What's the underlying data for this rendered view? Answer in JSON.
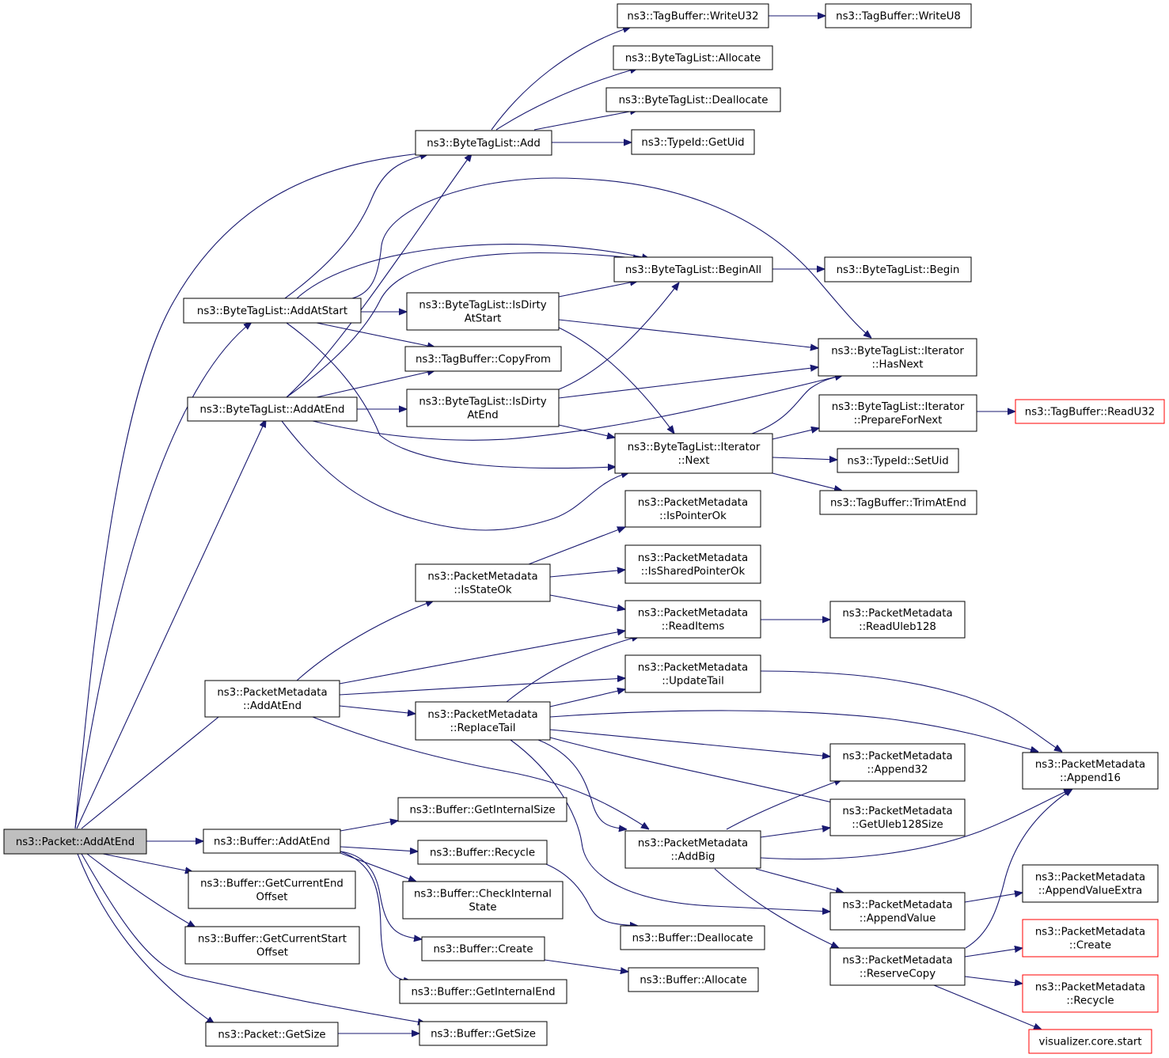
{
  "colors": {
    "edge": "#191970",
    "node_border": "#000000",
    "node_fill": "#ffffff",
    "root_fill": "#bfbfbf",
    "truncated_border": "#ff0000"
  },
  "nodes": [
    {
      "id": "root",
      "lines": [
        "ns3::Packet::AddAtEnd"
      ],
      "root": true
    },
    {
      "id": "bt_add",
      "lines": [
        "ns3::ByteTagList::Add"
      ]
    },
    {
      "id": "tb_writeu32",
      "lines": [
        "ns3::TagBuffer::WriteU32"
      ]
    },
    {
      "id": "tb_writeu8",
      "lines": [
        "ns3::TagBuffer::WriteU8"
      ]
    },
    {
      "id": "bt_allocate",
      "lines": [
        "ns3::ByteTagList::Allocate"
      ]
    },
    {
      "id": "bt_deallocate",
      "lines": [
        "ns3::ByteTagList::Deallocate"
      ]
    },
    {
      "id": "typeid_getuid",
      "lines": [
        "ns3::TypeId::GetUid"
      ]
    },
    {
      "id": "bt_beginall",
      "lines": [
        "ns3::ByteTagList::BeginAll"
      ]
    },
    {
      "id": "bt_begin",
      "lines": [
        "ns3::ByteTagList::Begin"
      ]
    },
    {
      "id": "bt_addatstart",
      "lines": [
        "ns3::ByteTagList::AddAtStart"
      ]
    },
    {
      "id": "bt_isdirtyatstart",
      "lines": [
        "ns3::ByteTagList::IsDirty",
        "AtStart"
      ]
    },
    {
      "id": "it_hasnext",
      "lines": [
        "ns3::ByteTagList::Iterator",
        "::HasNext"
      ]
    },
    {
      "id": "tb_copyfrom",
      "lines": [
        "ns3::TagBuffer::CopyFrom"
      ]
    },
    {
      "id": "bt_addatend",
      "lines": [
        "ns3::ByteTagList::AddAtEnd"
      ]
    },
    {
      "id": "bt_isdirtyatend",
      "lines": [
        "ns3::ByteTagList::IsDirty",
        "AtEnd"
      ]
    },
    {
      "id": "it_preparefornext",
      "lines": [
        "ns3::ByteTagList::Iterator",
        "::PrepareForNext"
      ]
    },
    {
      "id": "tb_readu32",
      "lines": [
        "ns3::TagBuffer::ReadU32"
      ],
      "truncated": true
    },
    {
      "id": "it_next",
      "lines": [
        "ns3::ByteTagList::Iterator",
        "::Next"
      ]
    },
    {
      "id": "typeid_setuid",
      "lines": [
        "ns3::TypeId::SetUid"
      ]
    },
    {
      "id": "tb_trimatend",
      "lines": [
        "ns3::TagBuffer::TrimAtEnd"
      ]
    },
    {
      "id": "pm_ispointerok",
      "lines": [
        "ns3::PacketMetadata",
        "::IsPointerOk"
      ]
    },
    {
      "id": "pm_isstateok",
      "lines": [
        "ns3::PacketMetadata",
        "::IsStateOk"
      ]
    },
    {
      "id": "pm_issharedpointerok",
      "lines": [
        "ns3::PacketMetadata",
        "::IsSharedPointerOk"
      ]
    },
    {
      "id": "pm_readitems",
      "lines": [
        "ns3::PacketMetadata",
        "::ReadItems"
      ]
    },
    {
      "id": "pm_readuleb128",
      "lines": [
        "ns3::PacketMetadata",
        "::ReadUleb128"
      ]
    },
    {
      "id": "pm_addatend",
      "lines": [
        "ns3::PacketMetadata",
        "::AddAtEnd"
      ]
    },
    {
      "id": "pm_updatetail",
      "lines": [
        "ns3::PacketMetadata",
        "::UpdateTail"
      ]
    },
    {
      "id": "pm_replacetail",
      "lines": [
        "ns3::PacketMetadata",
        "::ReplaceTail"
      ]
    },
    {
      "id": "pm_append32",
      "lines": [
        "ns3::PacketMetadata",
        "::Append32"
      ]
    },
    {
      "id": "pm_append16",
      "lines": [
        "ns3::PacketMetadata",
        "::Append16"
      ]
    },
    {
      "id": "pm_getuleb128size",
      "lines": [
        "ns3::PacketMetadata",
        "::GetUleb128Size"
      ]
    },
    {
      "id": "pm_addbig",
      "lines": [
        "ns3::PacketMetadata",
        "::AddBig"
      ]
    },
    {
      "id": "buf_getinternalsize",
      "lines": [
        "ns3::Buffer::GetInternalSize"
      ]
    },
    {
      "id": "buf_addatend",
      "lines": [
        "ns3::Buffer::AddAtEnd"
      ]
    },
    {
      "id": "buf_recycle",
      "lines": [
        "ns3::Buffer::Recycle"
      ]
    },
    {
      "id": "buf_getcurrentendoffset",
      "lines": [
        "ns3::Buffer::GetCurrentEnd",
        "Offset"
      ]
    },
    {
      "id": "buf_checkinternalstate",
      "lines": [
        "ns3::Buffer::CheckInternal",
        "State"
      ]
    },
    {
      "id": "pm_appendvalueextra",
      "lines": [
        "ns3::PacketMetadata",
        "::AppendValueExtra"
      ]
    },
    {
      "id": "pm_appendvalue",
      "lines": [
        "ns3::PacketMetadata",
        "::AppendValue"
      ]
    },
    {
      "id": "buf_getcurrentstartoffset",
      "lines": [
        "ns3::Buffer::GetCurrentStart",
        "Offset"
      ]
    },
    {
      "id": "buf_deallocate",
      "lines": [
        "ns3::Buffer::Deallocate"
      ]
    },
    {
      "id": "pm_create",
      "lines": [
        "ns3::PacketMetadata",
        "::Create"
      ],
      "truncated": true
    },
    {
      "id": "buf_create",
      "lines": [
        "ns3::Buffer::Create"
      ]
    },
    {
      "id": "pm_reservecopy",
      "lines": [
        "ns3::PacketMetadata",
        "::ReserveCopy"
      ]
    },
    {
      "id": "buf_allocate",
      "lines": [
        "ns3::Buffer::Allocate"
      ]
    },
    {
      "id": "pm_recycle",
      "lines": [
        "ns3::PacketMetadata",
        "::Recycle"
      ],
      "truncated": true
    },
    {
      "id": "buf_getinternalend",
      "lines": [
        "ns3::Buffer::GetInternalEnd"
      ]
    },
    {
      "id": "packet_getsize",
      "lines": [
        "ns3::Packet::GetSize"
      ]
    },
    {
      "id": "buf_getsize",
      "lines": [
        "ns3::Buffer::GetSize"
      ]
    },
    {
      "id": "viz_start",
      "lines": [
        "visualizer.core.start"
      ],
      "truncated": true
    }
  ]
}
